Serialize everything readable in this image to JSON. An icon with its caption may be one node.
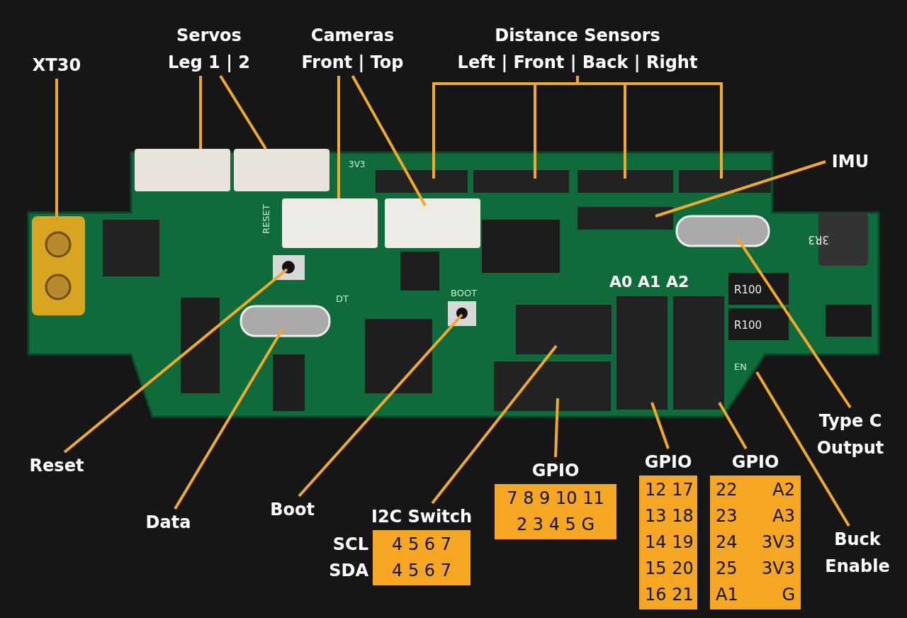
{
  "diagram": {
    "nodes": [
      {
        "text": [
          "XT30"
        ]
      },
      {
        "text": [
          "Servos",
          "Leg 1 | 2"
        ]
      },
      {
        "text": [
          "Cameras",
          "Front | Top"
        ]
      },
      {
        "text": [
          "Distance Sensors",
          "Left | Front | Back | Right"
        ]
      },
      {
        "text": [
          "IMU"
        ]
      },
      {
        "text": [
          "Type C Output"
        ]
      },
      {
        "text": [
          "Buck Enable"
        ]
      },
      {
        "text": [
          "Reset"
        ]
      },
      {
        "text": [
          "Data"
        ]
      },
      {
        "text": [
          "Boot"
        ]
      },
      {
        "text": [
          "I2C Switch",
          "4 5 6 7",
          "4 5 6 7"
        ],
        "beside": [
          "SCL",
          "SDA"
        ]
      },
      {
        "text": [
          "GPIO",
          "7 8 9 10 11",
          "2 3 4 5 G"
        ]
      },
      {
        "text": [
          "GPIO",
          "12 17",
          "13 18",
          "14 19",
          "15 20",
          "16 21"
        ]
      },
      {
        "text": [
          "GPIO",
          "22 A2",
          "23 A3",
          "24 3V3",
          "25 3V3",
          "A1 G"
        ]
      }
    ],
    "edges": [
      {
        "from": 0,
        "to": null,
        "arrow": "none"
      },
      {
        "from": 1,
        "to": null,
        "arrow": "none"
      },
      {
        "from": 1,
        "to": null,
        "arrow": "none"
      },
      {
        "from": 2,
        "to": null,
        "arrow": "none"
      },
      {
        "from": 2,
        "to": null,
        "arrow": "none"
      },
      {
        "from": 3,
        "to": null,
        "arrow": "none"
      },
      {
        "from": 3,
        "to": null,
        "arrow": "none"
      },
      {
        "from": 3,
        "to": null,
        "arrow": "none"
      },
      {
        "from": 3,
        "to": null,
        "arrow": "none"
      },
      {
        "from": 4,
        "to": null,
        "arrow": "none"
      },
      {
        "from": 5,
        "to": null,
        "arrow": "none"
      },
      {
        "from": 6,
        "to": null,
        "arrow": "none"
      },
      {
        "from": 7,
        "to": null,
        "arrow": "none"
      },
      {
        "from": 8,
        "to": null,
        "arrow": "none"
      },
      {
        "from": 9,
        "to": null,
        "arrow": "none"
      },
      {
        "from": 10,
        "to": null,
        "arrow": "none"
      },
      {
        "from": 11,
        "to": null,
        "arrow": "none"
      },
      {
        "from": 12,
        "to": null,
        "arrow": "none"
      },
      {
        "from": 13,
        "to": null,
        "arrow": "none"
      }
    ],
    "labels": [
      "3V3",
      "RESET",
      "A0 A1 A2",
      "BOOT",
      "DT",
      "R100",
      "R100",
      "3R3",
      "EN"
    ]
  }
}
